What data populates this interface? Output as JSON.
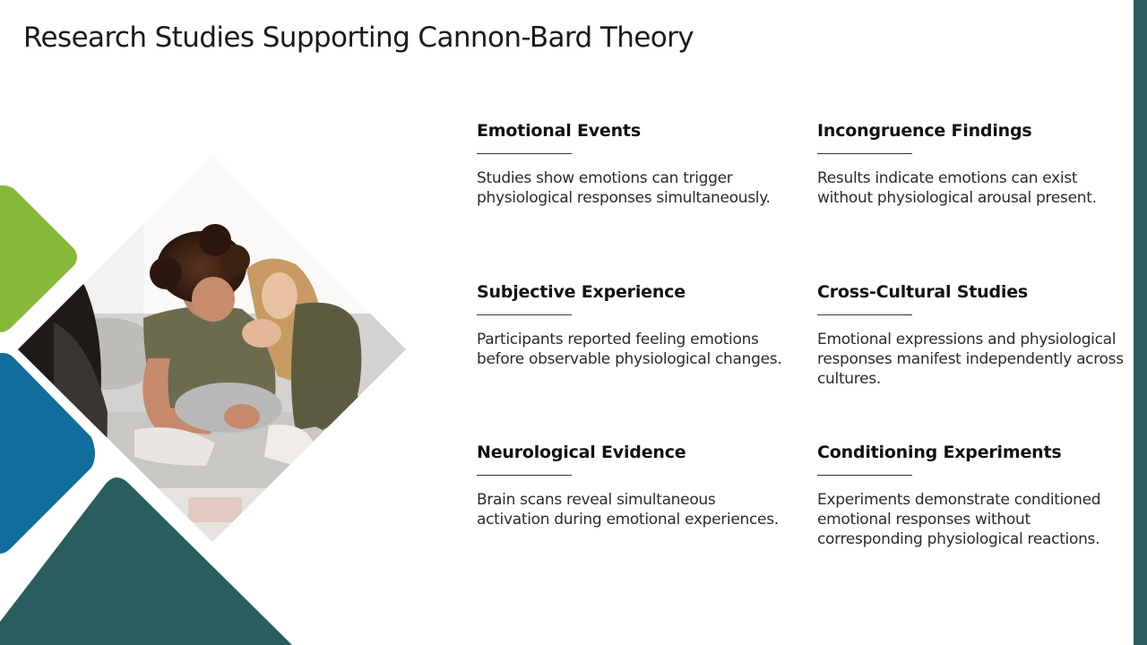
{
  "slide": {
    "title": "Research Studies Supporting Cannon-Bard Theory"
  },
  "colors": {
    "accent_green": "#86b93a",
    "accent_blue": "#106d9c",
    "accent_teal": "#2a5d5e"
  },
  "cards": [
    {
      "title": "Emotional Events",
      "text": "Studies show emotions can trigger physiological responses simultaneously."
    },
    {
      "title": "Incongruence Findings",
      "text": "Results indicate emotions can exist without physiological arousal present."
    },
    {
      "title": "Subjective Experience",
      "text": "Participants reported feeling emotions before observable physiological changes."
    },
    {
      "title": "Cross-Cultural Studies",
      "text": "Emotional expressions and physiological responses manifest independently across cultures."
    },
    {
      "title": "Neurological Evidence",
      "text": "Brain scans reveal simultaneous activation during emotional experiences."
    },
    {
      "title": "Conditioning Experiments",
      "text": "Experiments demonstrate conditioned emotional responses without corresponding physiological reactions."
    }
  ]
}
